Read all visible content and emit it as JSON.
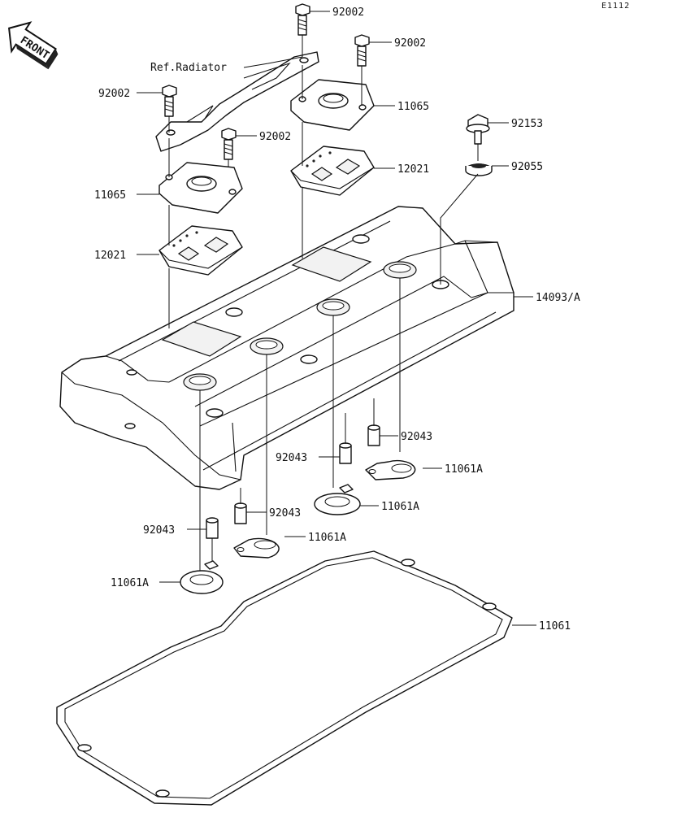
{
  "figure_id": "E1112",
  "front_badge": "FRONT",
  "labels": {
    "bolt_top": "92002",
    "bolt_right": "92002",
    "ref_radiator": "Ref.Radiator",
    "bolt_left": "92002",
    "bolt_mid": "92002",
    "plate_right": "11065",
    "plate_left": "11065",
    "bolt_92153": "92153",
    "grommet": "92055",
    "pad_right": "12021",
    "pad_left": "12021",
    "cover": "14093/A",
    "collar_1": "92043",
    "collar_2": "92043",
    "collar_3": "92043",
    "collar_4": "92043",
    "gasket_1": "11061A",
    "gasket_2": "11061A",
    "gasket_3": "11061A",
    "gasket_4": "11061A",
    "main_gasket": "11061"
  }
}
